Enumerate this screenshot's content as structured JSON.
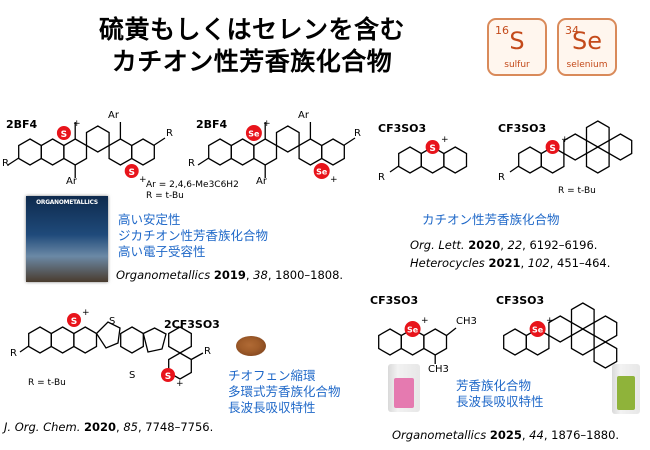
{
  "title": {
    "line1": "硫黄もしくはセレンを含む",
    "line2": "カチオン性芳香族化合物"
  },
  "elements": [
    {
      "number": "16",
      "symbol": "S",
      "name": "sulfur"
    },
    {
      "number": "34",
      "symbol": "Se",
      "name": "selenium"
    }
  ],
  "panels": {
    "top_left": {
      "counter_ion": "2BF4",
      "labels": [
        "Ar",
        "Ar",
        "R",
        "R",
        "Ar = 2,4,6-Me3C6H2",
        "R = t-Bu"
      ],
      "journal_cover": "ORGANOMETALLICS",
      "features": [
        "高い安定性",
        "ジカチオン性芳香族化合物",
        "高い電子受容性"
      ],
      "reference": {
        "journal": "Organometallics",
        "year": "2019",
        "volume": "38",
        "pages": "1800–1808."
      }
    },
    "top_right": {
      "counter_ion": "CF3SO3",
      "labels": [
        "R",
        "R",
        "R = t-Bu"
      ],
      "feature": "カチオン性芳香族化合物",
      "references": [
        {
          "journal": "Org. Lett.",
          "year": "2020",
          "volume": "22",
          "pages": "6192–6196."
        },
        {
          "journal": "Heterocycles",
          "year": "2021",
          "volume": "102",
          "pages": "451–464."
        }
      ]
    },
    "bottom_left": {
      "counter_ion": "2CF3SO3",
      "labels": [
        "R",
        "R",
        "R = t-Bu"
      ],
      "features": [
        "チオフェン縮環",
        "多環式芳香族化合物",
        "長波長吸収特性"
      ],
      "reference": {
        "journal": "J. Org. Chem.",
        "year": "2020",
        "volume": "85",
        "pages": "7748–7756."
      }
    },
    "bottom_right": {
      "counter_ion": "CF3SO3",
      "labels": [
        "CH3",
        "CH3"
      ],
      "features": [
        "芳香族化合物",
        "長波長吸収特性"
      ],
      "reference": {
        "journal": "Organometallics",
        "year": "2025",
        "volume": "44",
        "pages": "1876–1880."
      }
    }
  },
  "colors": {
    "heteroatom_fill": "#e8141b",
    "feature_text": "#1f68c8",
    "tile_border": "#d98a5a",
    "tile_text": "#c44a1a"
  }
}
